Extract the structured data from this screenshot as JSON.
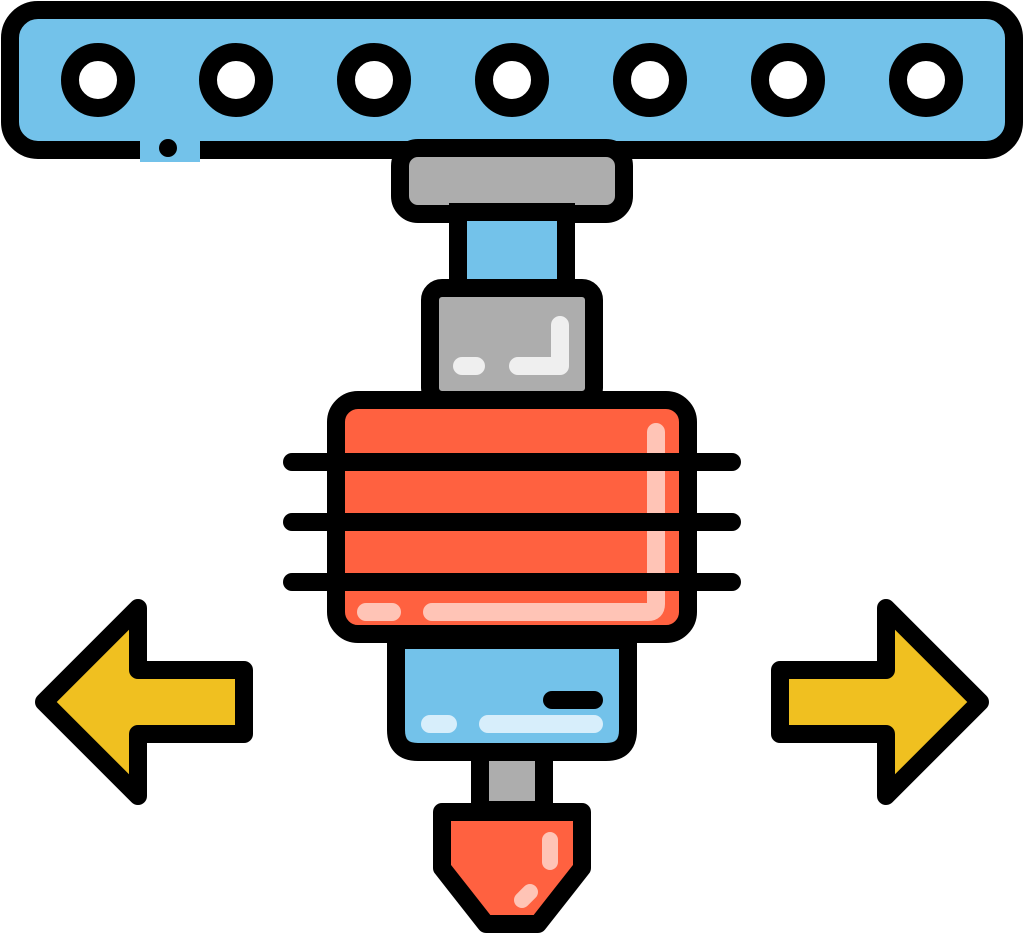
{
  "illustration": {
    "subject": "3d-printer-extruder-icon",
    "colors": {
      "outline": "#000000",
      "rail_blue": "#73C2EA",
      "mount_gray": "#ADADAD",
      "heater_red": "#FF6140",
      "heater_highlight": "#FFC4B6",
      "nozzle_blue": "#73C2EA",
      "nozzle_blue_highlight": "#D7EEFB",
      "gray_highlight": "#EFEFEF",
      "arrow_yellow": "#F0C020",
      "hole_fill": "#FFFFFF"
    },
    "rail_hole_count": 7,
    "heater_coil_count": 3,
    "arrows": [
      "left",
      "right"
    ]
  }
}
